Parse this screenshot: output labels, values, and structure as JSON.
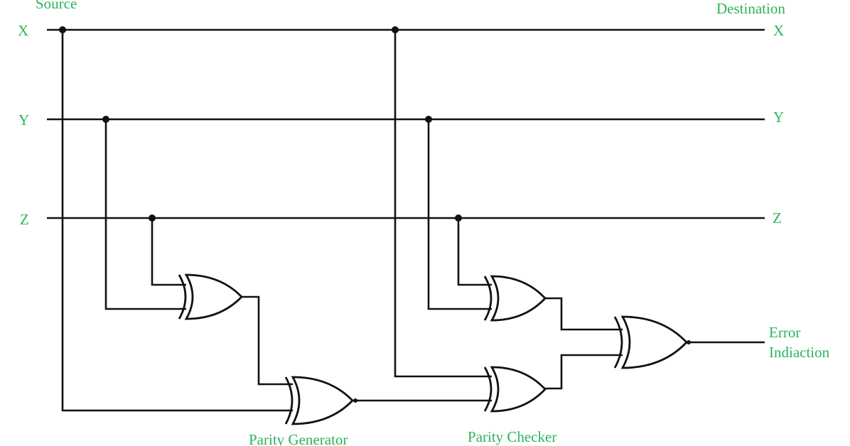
{
  "labels": {
    "source": "Source",
    "destination": "Destination",
    "in_x": "X",
    "in_y": "Y",
    "in_z": "Z",
    "out_x": "X",
    "out_y": "Y",
    "out_z": "Z",
    "error_line1": "Error",
    "error_line2": "Indiaction",
    "parity_generator": "Parity Generator",
    "parity_checker": "Parity Checker"
  },
  "colors": {
    "label_text": "#2db35a",
    "wire": "#111111"
  },
  "gates": [
    {
      "name": "xor-gate-generator-1",
      "type": "XOR"
    },
    {
      "name": "xor-gate-generator-2",
      "type": "XOR"
    },
    {
      "name": "xor-gate-checker-1",
      "type": "XOR"
    },
    {
      "name": "xor-gate-checker-2",
      "type": "XOR"
    },
    {
      "name": "xor-gate-error",
      "type": "XOR"
    }
  ]
}
